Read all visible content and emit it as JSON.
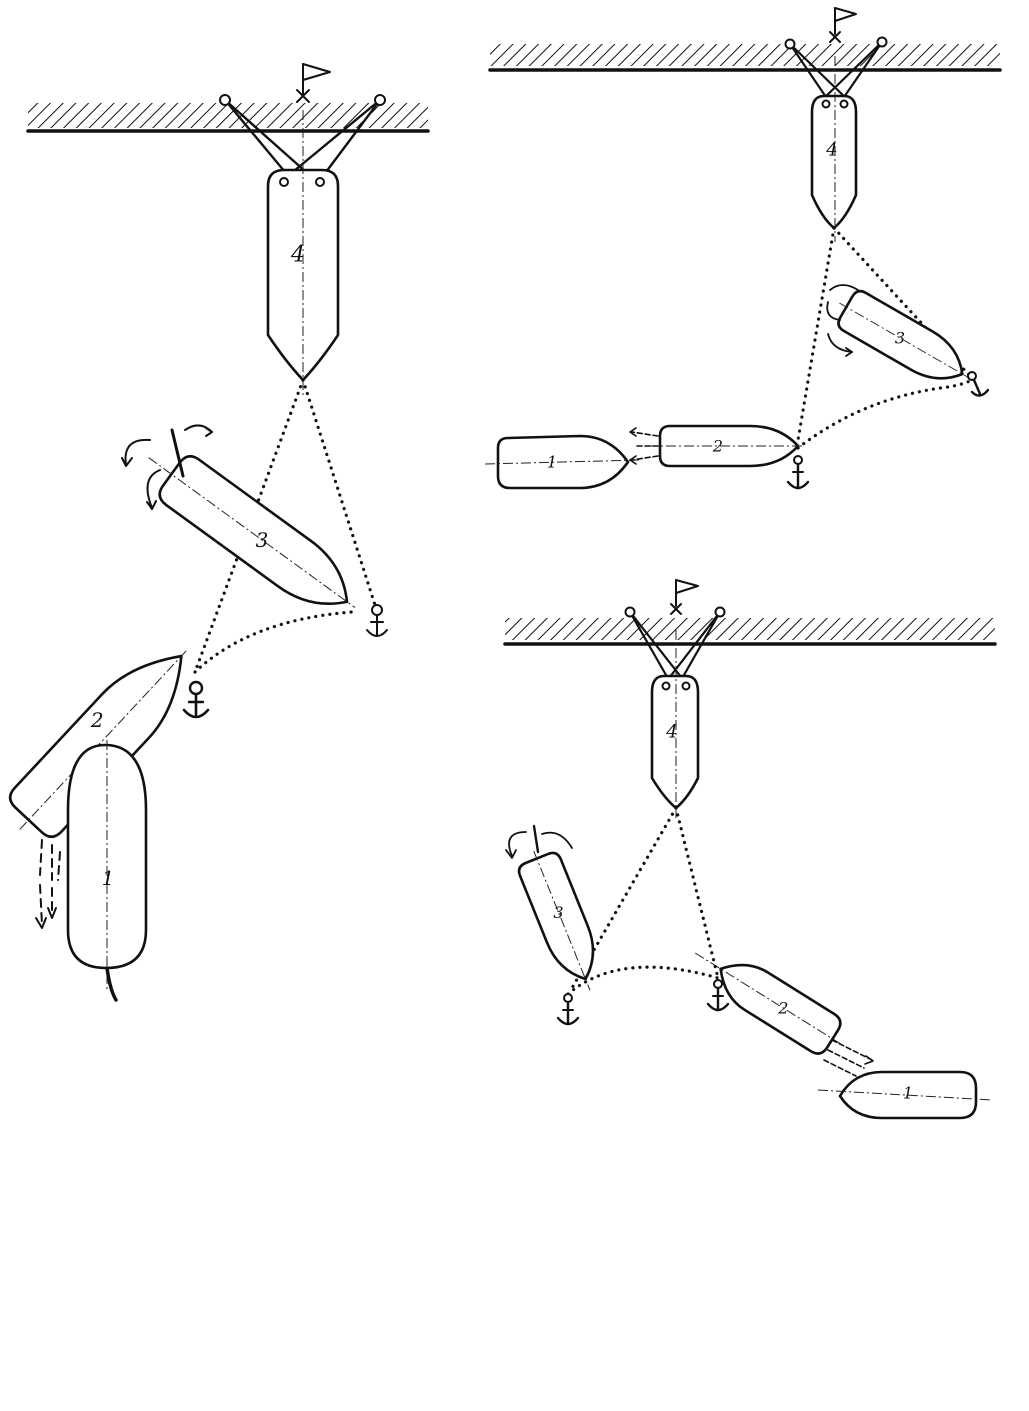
{
  "figure": {
    "panels": [
      {
        "id": "left",
        "labels": {
          "barge": "4",
          "tug3": "3",
          "tug2": "2",
          "tug1": "1"
        }
      },
      {
        "id": "top-right",
        "labels": {
          "barge": "4",
          "tug3": "3",
          "tug2": "2",
          "tug1": "1"
        }
      },
      {
        "id": "bottom-right",
        "labels": {
          "barge": "4",
          "tug3": "3",
          "tug2": "2",
          "tug1": "1"
        }
      }
    ]
  },
  "icons": [
    "flag-icon",
    "anchor-icon",
    "bollard-icon",
    "rotation-arrow-icon",
    "propeller-wash-icon"
  ]
}
